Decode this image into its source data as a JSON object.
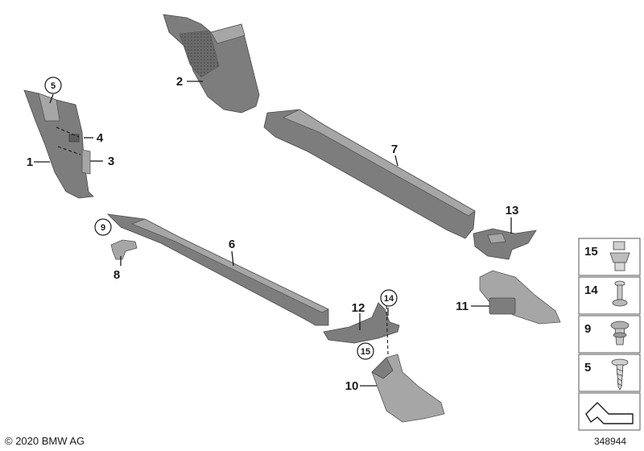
{
  "labels": {
    "p1": "1",
    "p2": "2",
    "p3": "3",
    "p4": "4",
    "p5": "5",
    "p6": "6",
    "p7": "7",
    "p8": "8",
    "p9": "9",
    "p10": "10",
    "p11": "11",
    "p12": "12",
    "p13": "13",
    "p14": "14",
    "p15": "15"
  },
  "legend": [
    "15",
    "14",
    "9",
    "5"
  ],
  "footer": {
    "copyright": "© 2020 BMW AG",
    "diagram_number": "348944"
  }
}
